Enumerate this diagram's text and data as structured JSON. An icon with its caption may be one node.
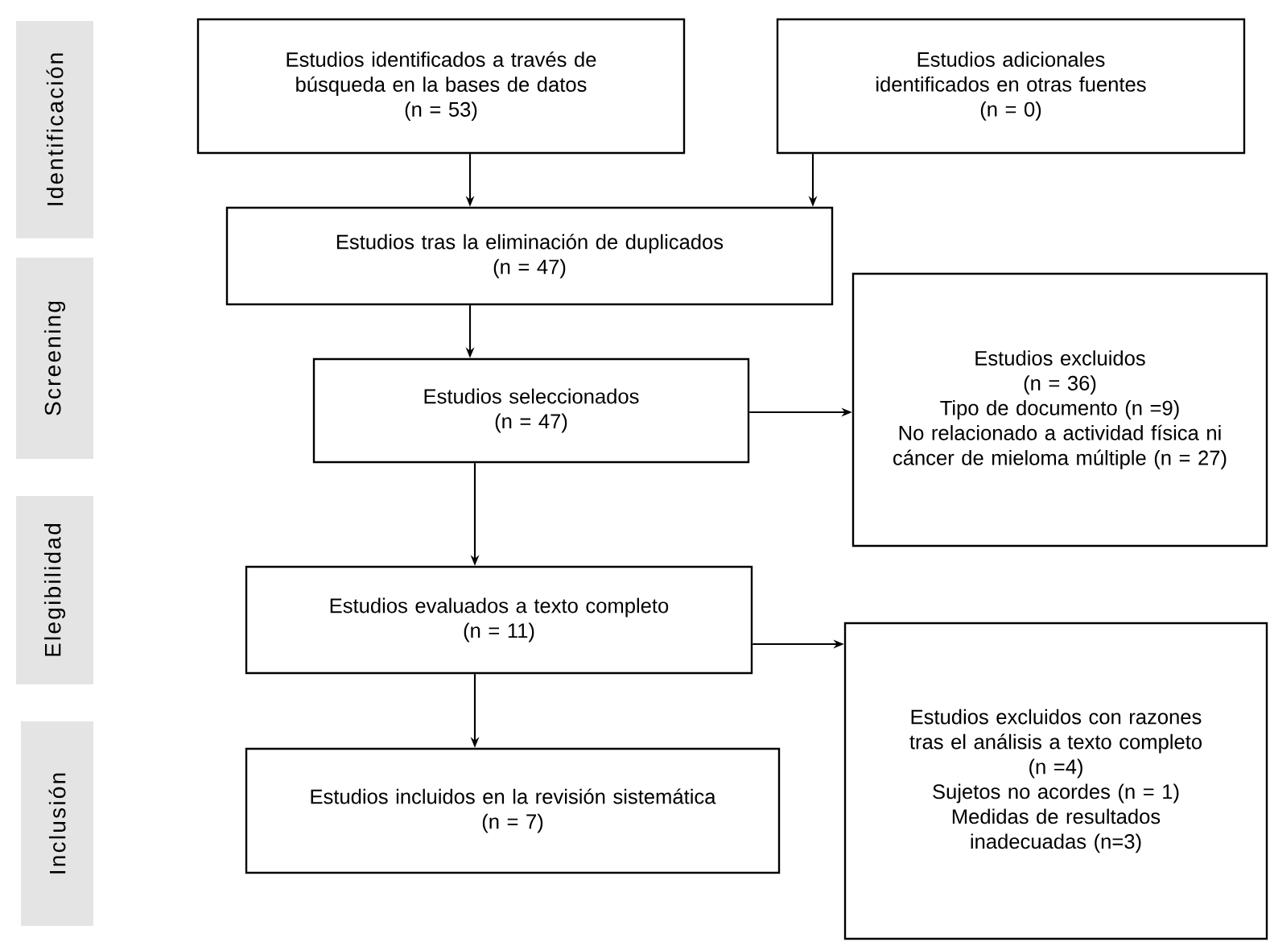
{
  "diagram": {
    "nodes": [
      {
        "text": [
          "Identificación"
        ]
      },
      {
        "text": [
          "Screening"
        ]
      },
      {
        "text": [
          "Elegibilidad"
        ]
      },
      {
        "text": [
          "Inclusión"
        ]
      },
      {
        "text": [
          "Estudios identificados a través de búsqueda en la bases de datos",
          "(n = 53)"
        ]
      },
      {
        "text": [
          "Estudios adicionales identificados en otras fuentes",
          "(n = 0)"
        ]
      },
      {
        "text": [
          "Estudios tras la eliminación de duplicados",
          "(n = 47)"
        ]
      },
      {
        "text": [
          "Estudios seleccionados",
          "(n = 47)"
        ]
      },
      {
        "text": [
          "Estudios excluidos",
          "(n = 36)",
          "Tipo de documento (n =9)",
          "No relacionado a actividad física ni cáncer de mieloma múltiple (n = 27)"
        ]
      },
      {
        "text": [
          "Estudios evaluados a texto completo",
          "(n = 11)"
        ]
      },
      {
        "text": [
          "Estudios excluidos con razones tras el análisis a texto completo",
          "(n =4)",
          "Sujetos no acordes (n = 1)",
          "Medidas de resultados inadecuadas (n=3)"
        ]
      },
      {
        "text": [
          "Estudios incluidos en la revisión sistemática",
          "(n = 7)"
        ]
      }
    ],
    "edges": [
      {
        "from": 4,
        "to": 6,
        "arrow": "to"
      },
      {
        "from": 5,
        "to": 6,
        "arrow": "to"
      },
      {
        "from": 6,
        "to": 7,
        "arrow": "to"
      },
      {
        "from": 7,
        "to": 8,
        "arrow": "to"
      },
      {
        "from": 7,
        "to": 9,
        "arrow": "to"
      },
      {
        "from": 9,
        "to": 10,
        "arrow": "to"
      },
      {
        "from": 9,
        "to": 11,
        "arrow": "to"
      }
    ]
  }
}
